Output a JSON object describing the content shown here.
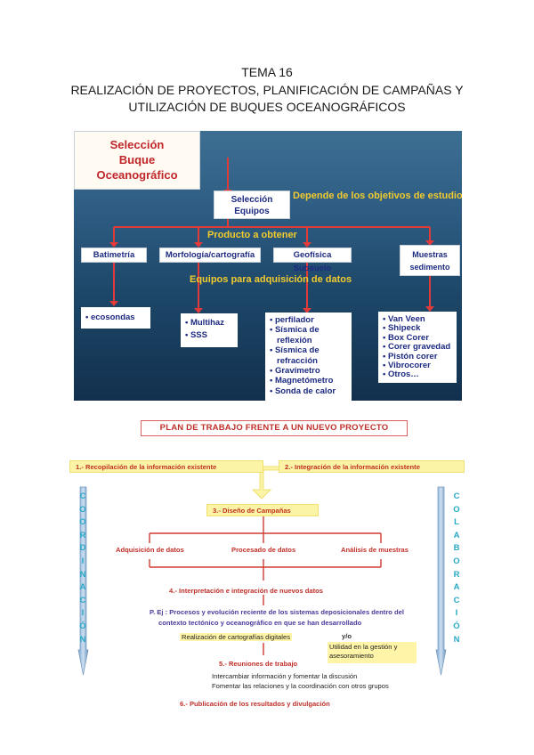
{
  "header": {
    "line1": "TEMA 16",
    "line2": "REALIZACIÓN DE PROYECTOS, PLANIFICACIÓN DE CAMPAÑAS Y",
    "line3": "UTILIZACIÓN DE BUQUES OCEANOGRÁFICOS"
  },
  "ocean_diagram": {
    "seleccion_buque": [
      "Selección",
      "Buque",
      "Oceanográfico"
    ],
    "seleccion_equipos": [
      "Selección",
      "Equipos"
    ],
    "depende": "Depende de los objetivos de estudio",
    "producto": "Producto a obtener",
    "equipos_adquisicion": "Equipos para adquisición de datos",
    "categories": {
      "batimetria": "Batimetría",
      "morfologia": "Morfología/cartografía",
      "geofisica": "Geofísica Subsuelo",
      "muestras": [
        "Muestras",
        "sedimento"
      ]
    },
    "lists": {
      "batimetria": [
        "• ecosondas"
      ],
      "morfologia": [
        "• Multihaz",
        "• SSS"
      ],
      "geofisica": [
        "• perfilador",
        "• Sísmica de",
        "  reflexión",
        "• Sísmica de",
        "  refracción",
        "• Gravímetro",
        "• Magnetómetro",
        "• Sonda de calor"
      ],
      "muestras": [
        "• Van Veen",
        "• Shipeck",
        "• Box Corer",
        "• Corer gravedad",
        "• Pistón corer",
        "• Vibrocorer",
        "• Otros…"
      ]
    }
  },
  "plan": {
    "title": "PLAN DE TRABAJO FRENTE A UN NUEVO PROYECTO",
    "step1": "1.- Recopilación de la información existente",
    "step2": "2.- Integración de la información existente",
    "step3": "3.- Diseño de Campañas",
    "adq": "Adquisición de datos",
    "proc": "Procesado de datos",
    "anal": "Análisis de muestras",
    "step4": "4.- Interpretación e integración de nuevos datos",
    "ej1": "P. Ej : Procesos y evolución reciente de los sistemas deposicionales dentro del",
    "ej2": "contexto tectónico y oceanográfico en que se han desarrollado",
    "cartografia": "Realización de cartografías digitales",
    "yo": "y/o",
    "utilidad1": "Utilidad en la gestión y",
    "utilidad2": "asesoramiento",
    "step5": "5.- Reuniones de trabajo",
    "reun1": "Intercambiar información y fomentar la discusión",
    "reun2": "Fomentar las relaciones y la coordinación con otros grupos",
    "step6": "6.- Publicación de los resultados y divulgación",
    "left_vertical": "COORDINACIÓN",
    "right_vertical": "COLABORACIÓN"
  },
  "colors": {
    "ocean_text": "#f2cb2e",
    "red_text": "#c0302a",
    "vertical_text": "#28a9c6",
    "yellow_box": "#fbf4a6"
  }
}
